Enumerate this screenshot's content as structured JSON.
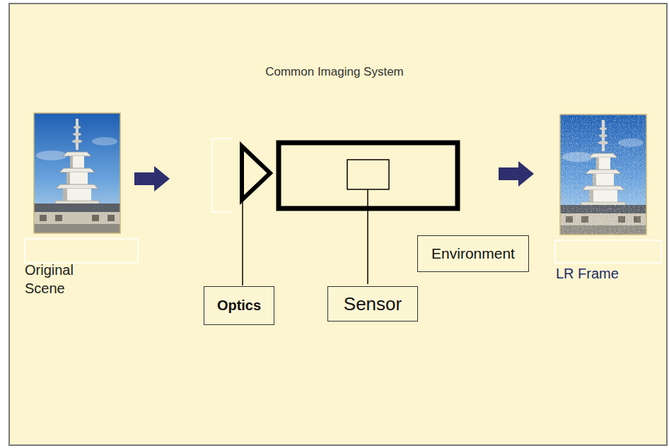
{
  "diagram": {
    "title": "Common Imaging System",
    "nodes": [
      {
        "text": [
          "Optics"
        ]
      },
      {
        "text": [
          "Sensor"
        ]
      },
      {
        "text": [
          "Environment"
        ]
      }
    ],
    "labels": [
      "Original Scene",
      "LR Frame"
    ]
  }
}
